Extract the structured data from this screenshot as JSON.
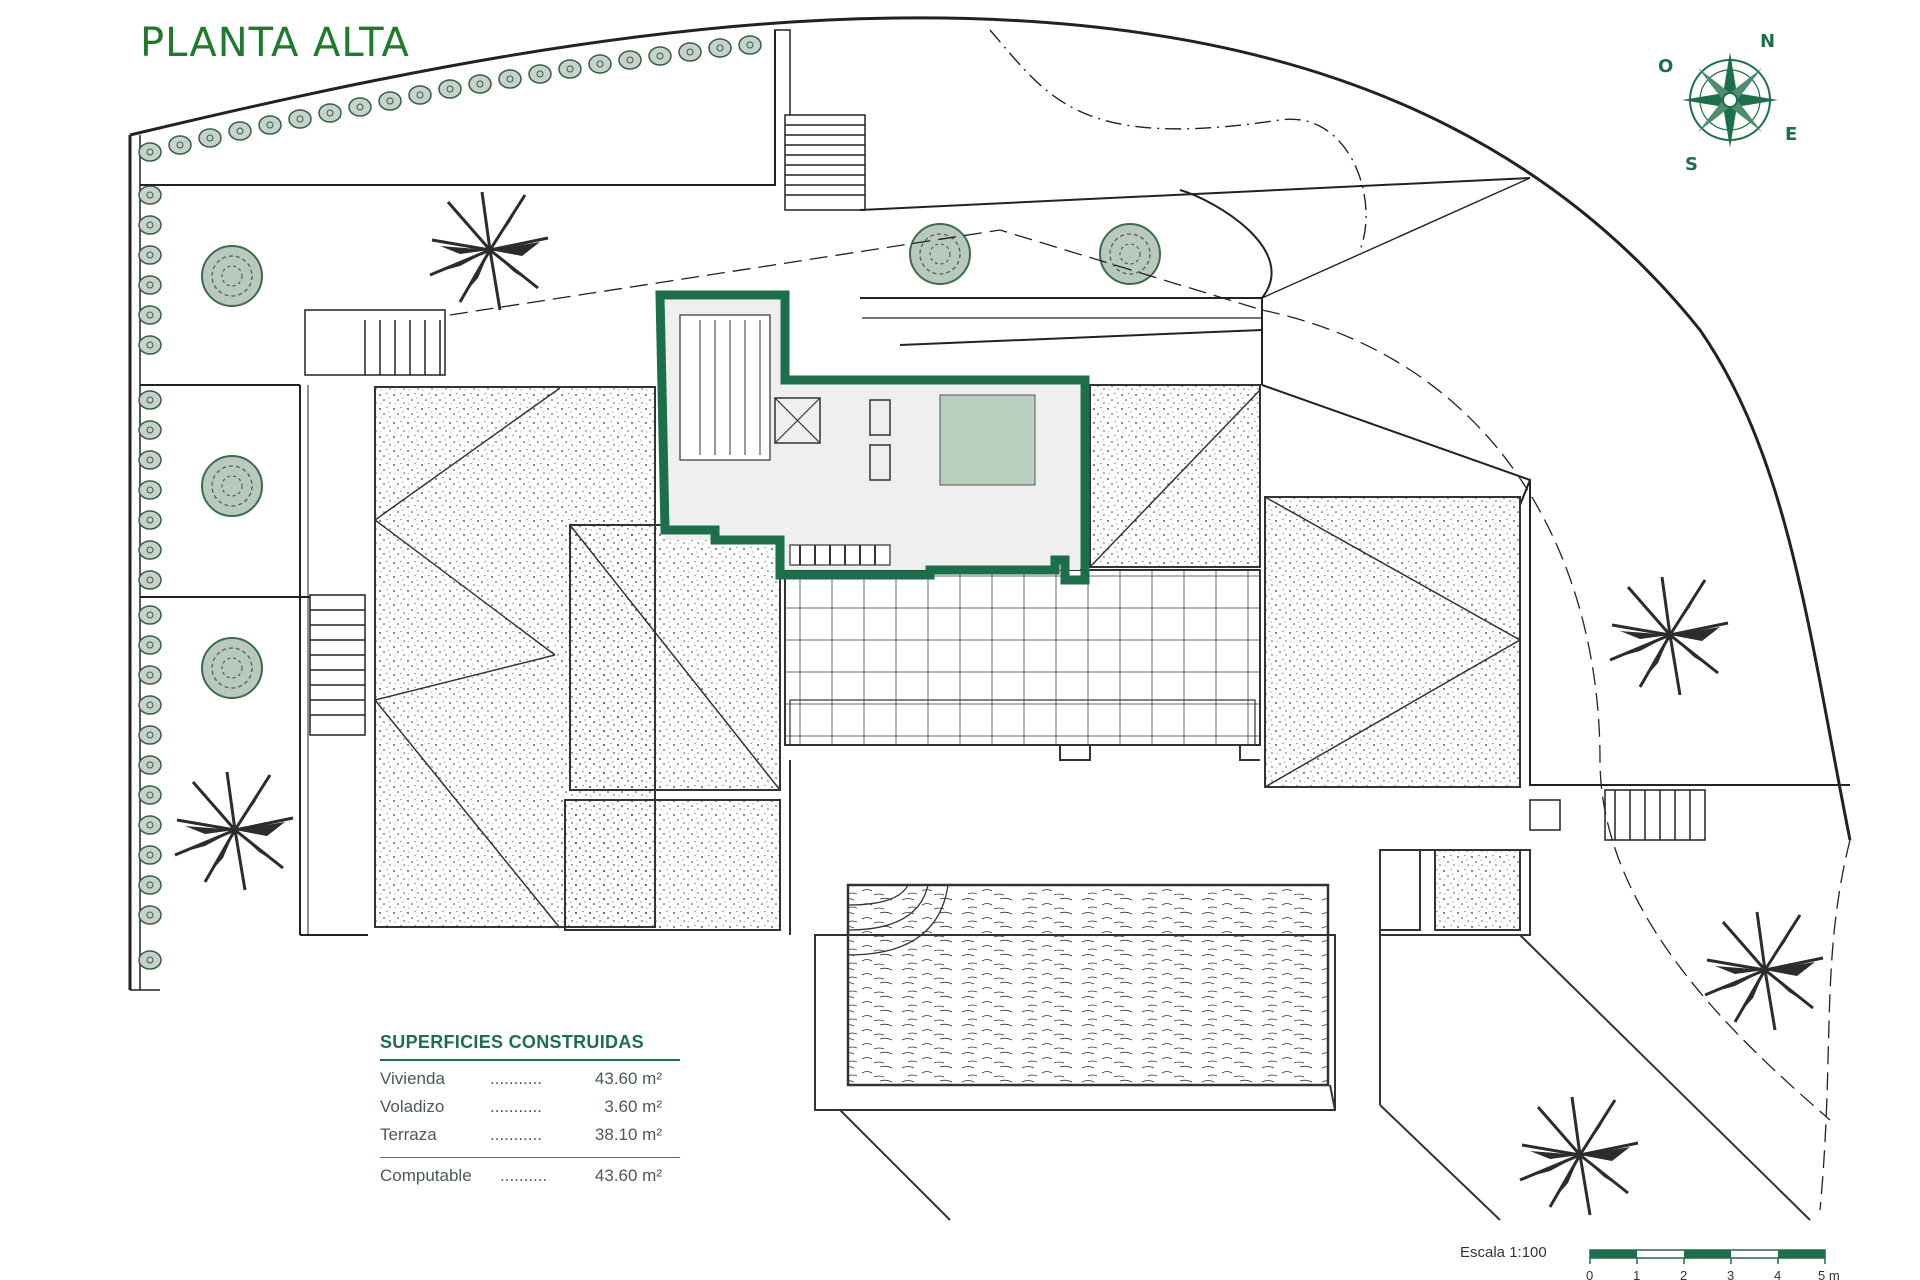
{
  "plan_title": "PLANTA ALTA",
  "compass": {
    "north": "N",
    "east": "E",
    "south": "S",
    "west": "O"
  },
  "areas": {
    "title": "SUPERFICIES CONSTRUIDAS",
    "rows": [
      {
        "label": "Vivienda",
        "dots": "...........",
        "value": "43.60 m²"
      },
      {
        "label": "Voladizo",
        "dots": "...........",
        "value": "3.60 m²"
      },
      {
        "label": "Terraza",
        "dots": "...........",
        "value": "38.10 m²"
      }
    ],
    "total": {
      "label": "Computable",
      "dots": "..........",
      "value": "43.60 m²"
    }
  },
  "scale": {
    "label": "Escala 1:100",
    "ticks": [
      "0",
      "1",
      "2",
      "3",
      "4",
      "5 m"
    ]
  },
  "colors": {
    "accent": "#1f7a2c",
    "wall": "#1d6e4a",
    "line": "#222222",
    "vegetation": "#2f5f44"
  }
}
